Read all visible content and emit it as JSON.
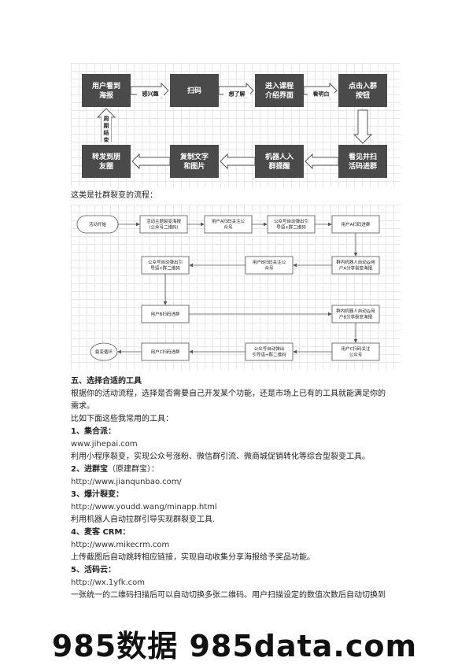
{
  "flow1": {
    "boxes": [
      "用户看到\n海报",
      "扫码",
      "进入课程\n介绍界面",
      "点击入群\n按钮",
      "看见并扫\n活码进群",
      "机器人入\n群提醒",
      "复制文字\n和图片",
      "转发到朋\n友圈"
    ],
    "labels": [
      "感兴趣",
      "想了解",
      "看明白",
      "周\n期\n结\n束"
    ]
  },
  "caption": "这类是社群裂变的流程：",
  "flow2": {
    "start": "活动开始",
    "boxes": [
      "活动主题裂变海报\n(公众号二维码)",
      "用户A扫码关注公\n众号",
      "公众号自动弹出引\n导语+群二维码",
      "用户A扫码进群",
      "群内机器人自动@用\n户A分享裂变海报",
      "用户B扫码关注公\n众号",
      "公众号自动弹出引\n导语+群二维码",
      "用户B扫码进群",
      "群内机器人自动@用\n户B分享裂变海报",
      "用户C扫码关注\n公众号",
      "公众号自动弹出\n引导语+群二维码",
      "用户C扫码进群"
    ],
    "end": "裂变循环"
  },
  "text": {
    "heading": "五、选择合适的工具",
    "para1_l1": "根据你的活动流程，选择是否需要自己开发某个功能，还是市场上已有的工具就能满足你的",
    "para1_l2": "需求。",
    "para2": "比如下面这些我常用的工具：",
    "t1_title": "1、集合派：",
    "t1_url": "www.jihepai.com",
    "t1_desc": "利用小程序裂变，实现公众号涨粉、微信群引流、微商城促销转化等综合型裂变工具。",
    "t2_title": "2、进群宝",
    "t2_note": "（原建群宝）：",
    "t2_url": "http://www.jianqunbao.com/",
    "t3_title": "3、爆汁裂变：",
    "t3_url": "http://www.youdd.wang/minapp.html",
    "t3_desc": "利用机器人自动拉群引导实现群裂变工具.",
    "t4_title": "4、麦客 CRM：",
    "t4_url": "http://www.mikecrm.com",
    "t4_desc": "上传截图后自动跳转相应链接，实现自动收集分享海报给予奖品功能。",
    "t5_title": "5、活码云：",
    "t5_url": "http://wx.1yfk.com",
    "t5_desc": "一张统一的二维码扫描后可以自动切换多张二维码。用户扫描设定的数值次数后自动切换到"
  },
  "watermark": "985数据 985data.com",
  "colors": {
    "flow1_box": "#4a4a4a",
    "flow2_line": "#555555"
  }
}
